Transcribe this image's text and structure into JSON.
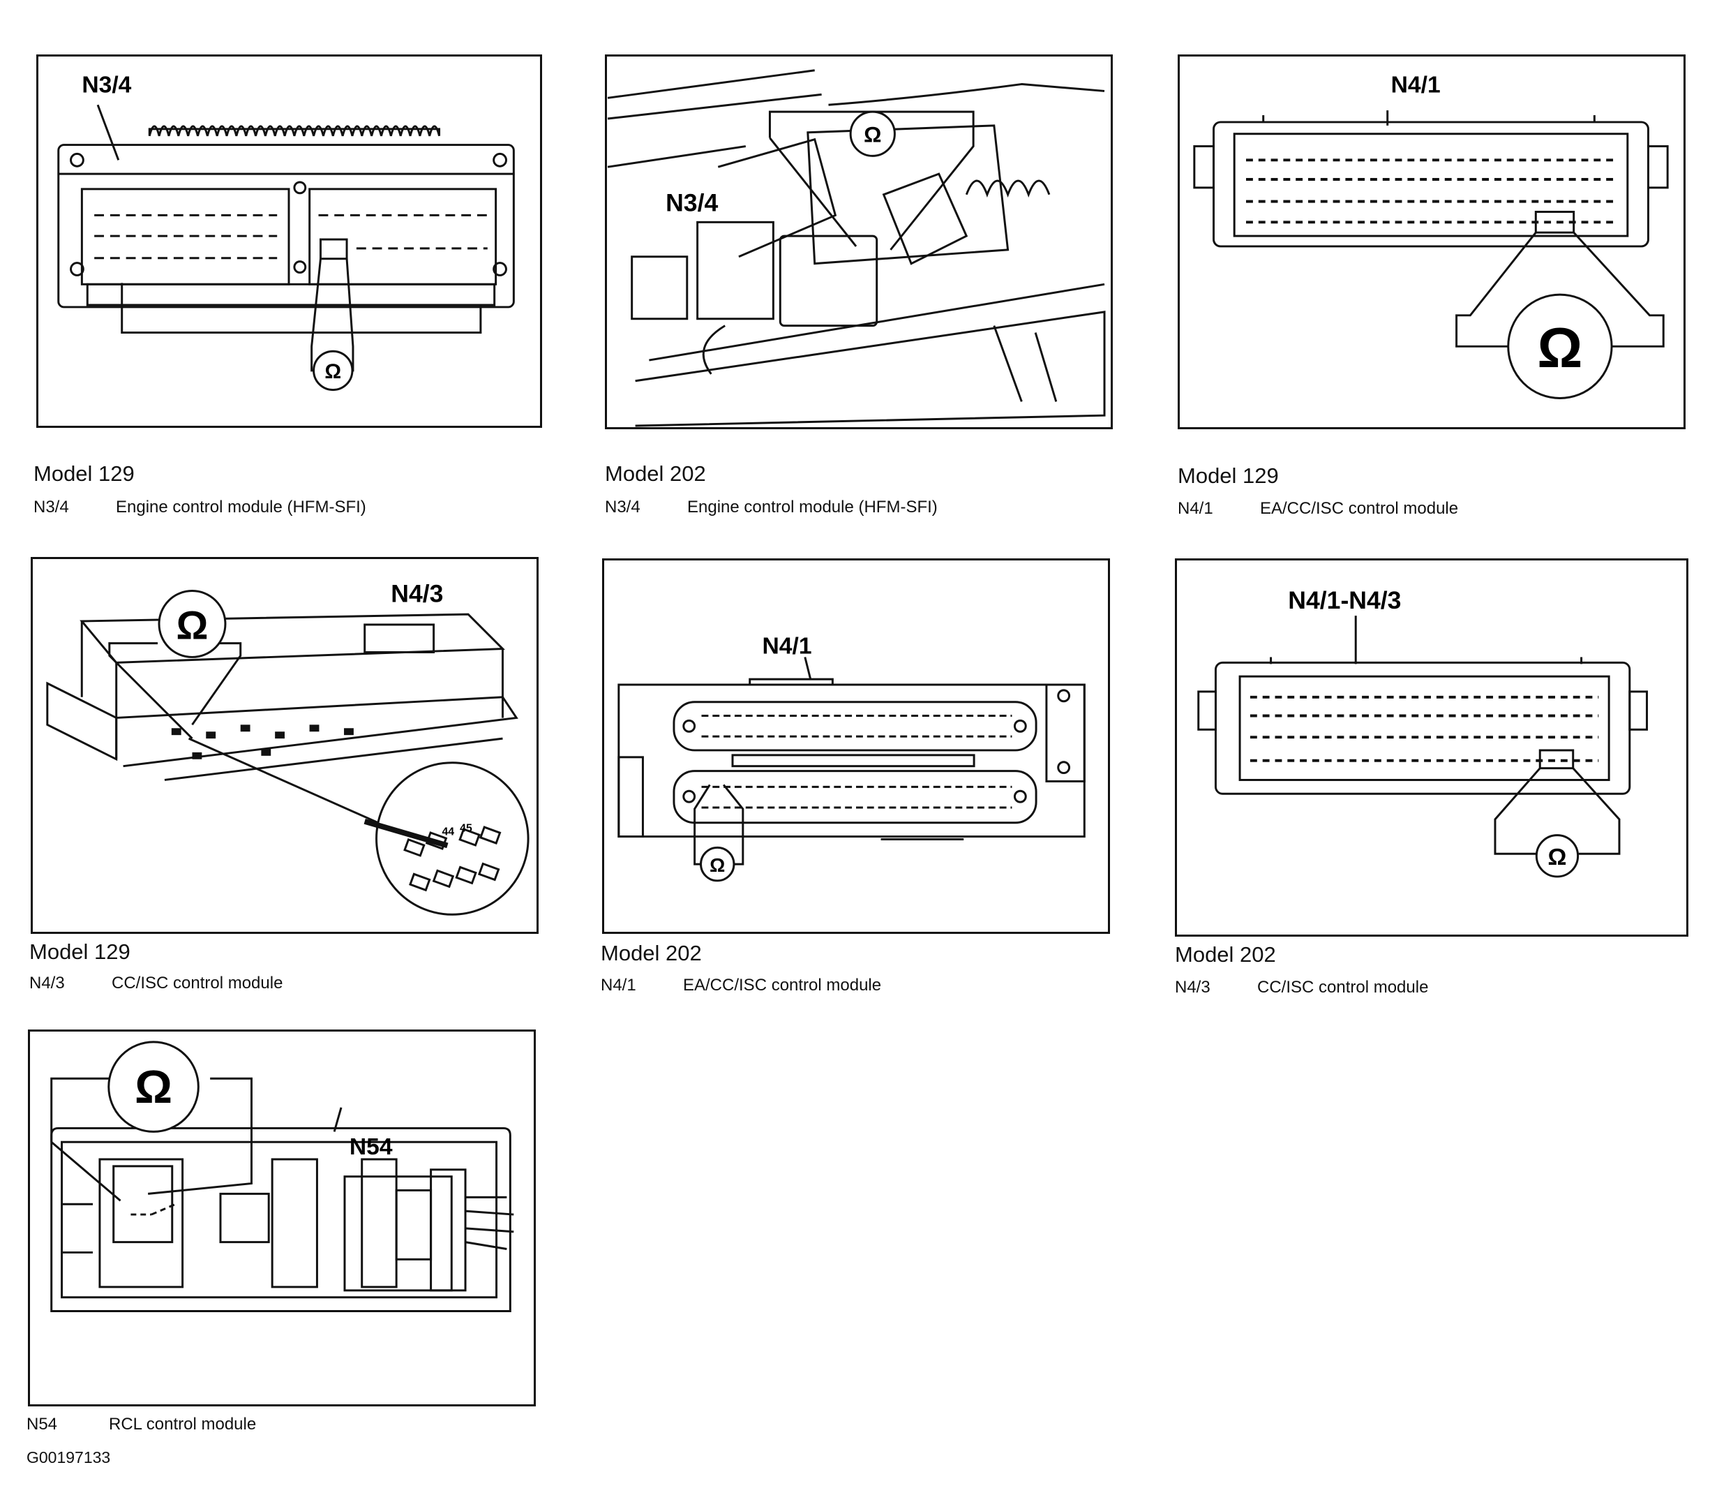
{
  "figures": [
    {
      "label": "N3/4",
      "model": "Model 129",
      "code": "N3/4",
      "description": "Engine control module (HFM-SFI)"
    },
    {
      "label": "N3/4",
      "model": "Model 202",
      "code": "N3/4",
      "description": "Engine control module (HFM-SFI)"
    },
    {
      "label": "N4/1",
      "model": "Model 129",
      "code": "N4/1",
      "description": "EA/CC/ISC control module"
    },
    {
      "label": "N4/3",
      "model": "Model 129",
      "code": "N4/3",
      "description": "CC/ISC control module"
    },
    {
      "label": "N4/1",
      "model": "Model 202",
      "code": "N4/1",
      "description": "EA/CC/ISC control module"
    },
    {
      "label": "N4/1-N4/3",
      "model": "Model 202",
      "code": "N4/3",
      "description": "CC/ISC control module"
    },
    {
      "label": "N54",
      "model": "",
      "code": "N54",
      "description": "RCL control module"
    }
  ],
  "pin_labels": {
    "a": "44",
    "b": "45"
  },
  "ohm_symbol": "Ω",
  "ohm_icon": "ohmmeter-icon",
  "figure_id": "G00197133"
}
